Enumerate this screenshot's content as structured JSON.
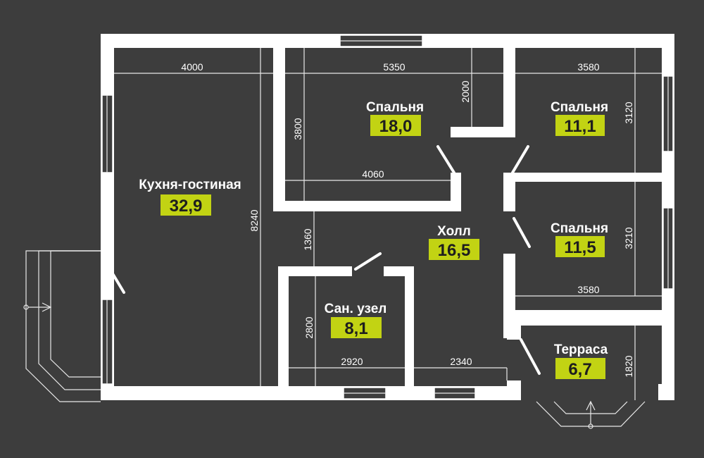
{
  "colors": {
    "background": "#3d3d3d",
    "walls": "#ffffff",
    "area_badge": "#c2d313"
  },
  "rooms": [
    {
      "name": "Кухня-гостиная",
      "area": "32,9"
    },
    {
      "name": "Спальня",
      "area": "18,0"
    },
    {
      "name": "Спальня",
      "area": "11,1"
    },
    {
      "name": "Спальня",
      "area": "11,5"
    },
    {
      "name": "Холл",
      "area": "16,5"
    },
    {
      "name": "Сан. узел",
      "area": "8,1"
    },
    {
      "name": "Терраса",
      "area": "6,7"
    }
  ],
  "dimensions": [
    "4000",
    "5350",
    "3580",
    "2000",
    "3800",
    "4060",
    "3120",
    "8240",
    "1360",
    "3210",
    "3580",
    "2800",
    "2920",
    "2340",
    "1820"
  ]
}
